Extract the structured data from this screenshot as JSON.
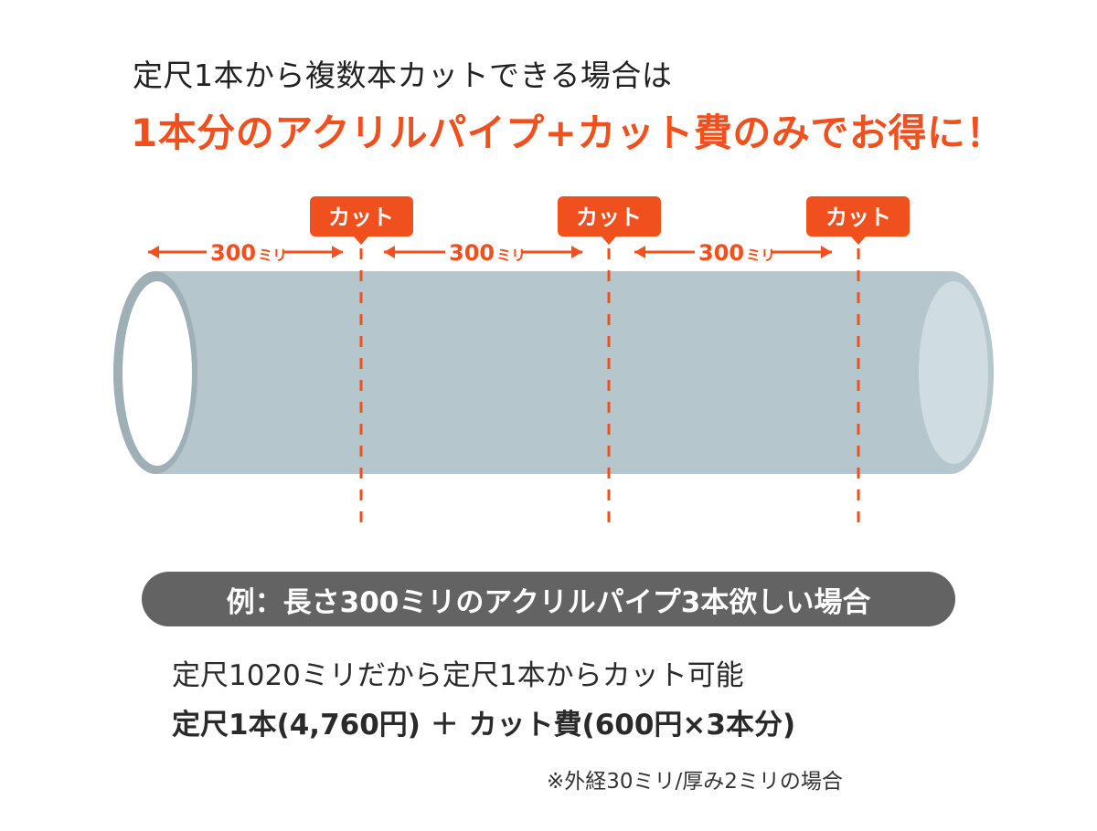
{
  "colors": {
    "accent": "#f0501e",
    "pipe_fill": "#b5c6cc",
    "pipe_rim": "#9eafb6",
    "pipe_inner_end": "#cfdde2",
    "pill_bg": "#636363",
    "text": "#222222"
  },
  "headline": {
    "line1": "定尺1本から複数本カットできる場合は",
    "line2": "1本分のアクリルパイプ+カット費のみでお得に！"
  },
  "diagram": {
    "cut_labels": [
      "カット",
      "カット",
      "カット"
    ],
    "segments": [
      {
        "number": "300",
        "unit": "ミリ"
      },
      {
        "number": "300",
        "unit": "ミリ"
      },
      {
        "number": "300",
        "unit": "ミリ"
      }
    ]
  },
  "example": {
    "pill": "例：長さ300ミリのアクリルパイプ3本欲しい場合",
    "line1": "定尺1020ミリだから定尺1本からカット可能",
    "line2": "定尺1本(4,760円) ＋ カット費(600円×3本分)",
    "footnote": "※外経30ミリ/厚み2ミリの場合"
  }
}
